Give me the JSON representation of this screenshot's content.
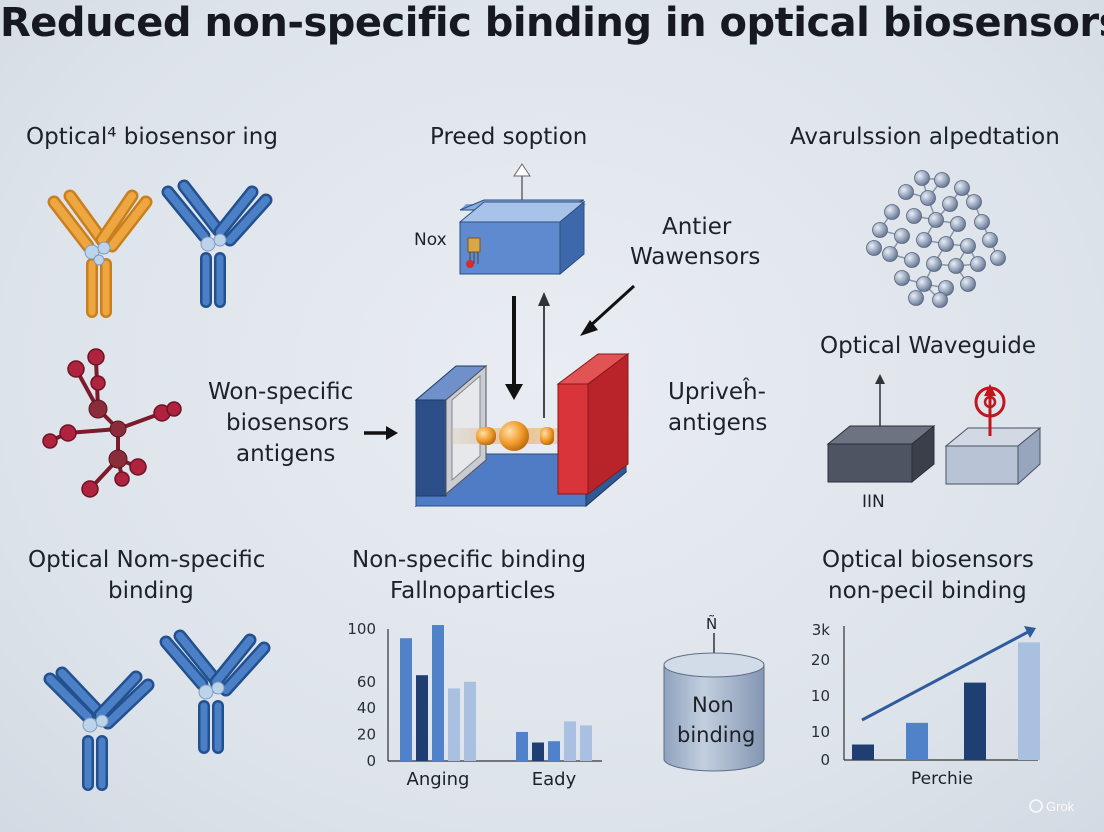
{
  "title": "Reduced non-specific binding in optical biosensors",
  "labels": {
    "top_left": "Optical⁴ biosensor ing",
    "top_center": "Preed soption",
    "top_right": "Avarulssion alpedtation",
    "box_label": "Nox",
    "antier": "Antier",
    "wawensors": "Wawensors",
    "mid_left_1": "Won-specific",
    "mid_left_2": "biosensors",
    "mid_left_3": "antigens",
    "uprive_1": "Upriveĥ-",
    "uprive_2": "antigens",
    "optical_waveguide": "Optical Waveguide",
    "iin": "IIN",
    "bottom_left_1": "Optical Nom-specific",
    "bottom_left_2": "binding",
    "bottom_center_1": "Non-specific binding",
    "bottom_center_2": "Fallnoparticles",
    "cylinder_top": "Ñ",
    "cylinder_1": "Non",
    "cylinder_2": "binding",
    "bottom_right_1": "Optical biosensors",
    "bottom_right_2": "non-pecil binding"
  },
  "icons": [
    "antibody-icon",
    "molecule-icon",
    "nanoparticle-cluster-icon",
    "waveguide-block-icon",
    "cylinder-icon"
  ],
  "colors": {
    "antibody_orange": "#e8a33a",
    "antibody_blue": "#3f72b8",
    "molecule_red": "#a31e3a",
    "cell_blue": "#4a78c2",
    "cell_red": "#d8343a",
    "bar_dark": "#1f3f73",
    "bar_mid": "#4f82c8",
    "bar_light": "#a9c0e0"
  },
  "chart_data": [
    {
      "type": "bar",
      "title": "Non-specific binding Fallnoparticles",
      "categories": [
        "Anging",
        "Eady"
      ],
      "yticks": [
        "0",
        "20",
        "40",
        "60",
        "100"
      ],
      "ylim": [
        0,
        100
      ],
      "series": [
        {
          "values": [
            93,
            22
          ]
        },
        {
          "values": [
            65,
            14
          ]
        },
        {
          "values": [
            103,
            15
          ]
        },
        {
          "values": [
            55,
            30
          ]
        },
        {
          "values": [
            60,
            27
          ]
        }
      ]
    },
    {
      "type": "bar",
      "title": "Optical biosensors non-pecil binding",
      "categories": [
        "",
        "",
        "",
        ""
      ],
      "xlabel": "Perchie",
      "yticks": [
        "0",
        "10",
        "10",
        "20",
        "3k"
      ],
      "values": [
        5,
        12,
        25,
        38
      ],
      "ylim": [
        0,
        42
      ],
      "trend_arrow": true
    }
  ]
}
